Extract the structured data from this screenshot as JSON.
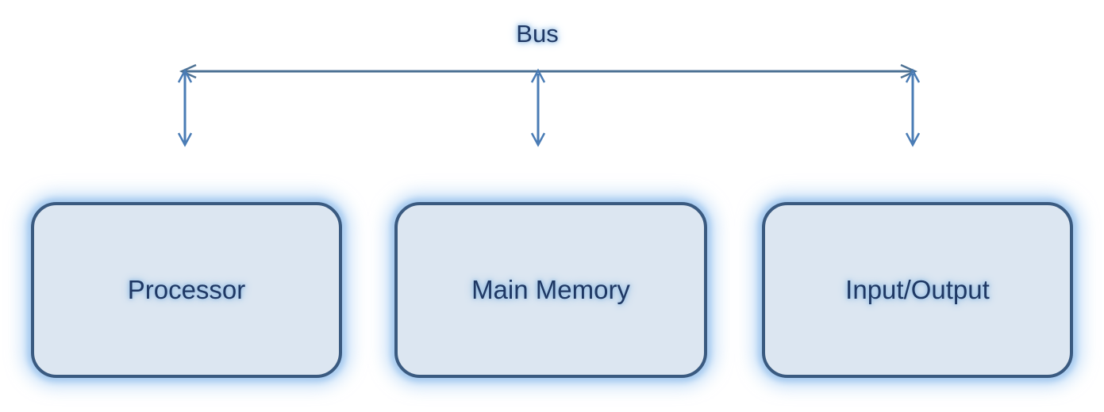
{
  "diagram": {
    "bus_label": "Bus",
    "nodes": [
      {
        "id": "processor",
        "label": "Processor"
      },
      {
        "id": "main-memory",
        "label": "Main Memory"
      },
      {
        "id": "input-output",
        "label": "Input/Output"
      }
    ],
    "connectors": [
      "bus-to-processor",
      "bus-to-main-memory",
      "bus-to-input-output"
    ]
  },
  "colors": {
    "background": "#ffffff",
    "bus-line": "#4e7294",
    "arrow": "#4a7cb5",
    "node-fill": "#dce6f1",
    "node-border": "#3a5a80",
    "node-glow": "#a9ccf0",
    "text": "#1f3864",
    "text-glow": "#9dc3e6"
  }
}
